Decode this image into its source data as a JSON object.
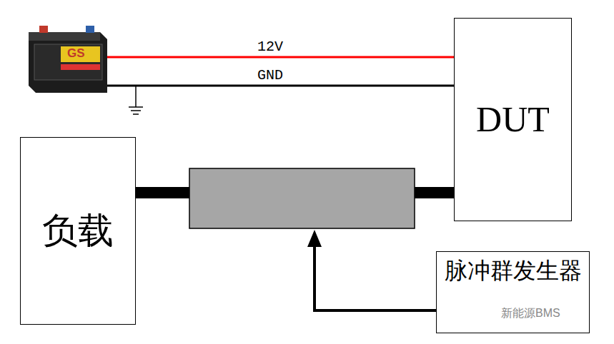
{
  "diagram": {
    "nodes": [
      {
        "text": [
          "DUT"
        ]
      },
      {
        "text": [
          "负载"
        ]
      },
      {
        "text": [
          "脉冲群发生器"
        ]
      }
    ],
    "edges": [
      {
        "from": 1,
        "to": 0,
        "arrow": "none"
      }
    ],
    "labels": [
      "12V",
      "GND",
      "GS",
      "新能源BMS"
    ]
  }
}
